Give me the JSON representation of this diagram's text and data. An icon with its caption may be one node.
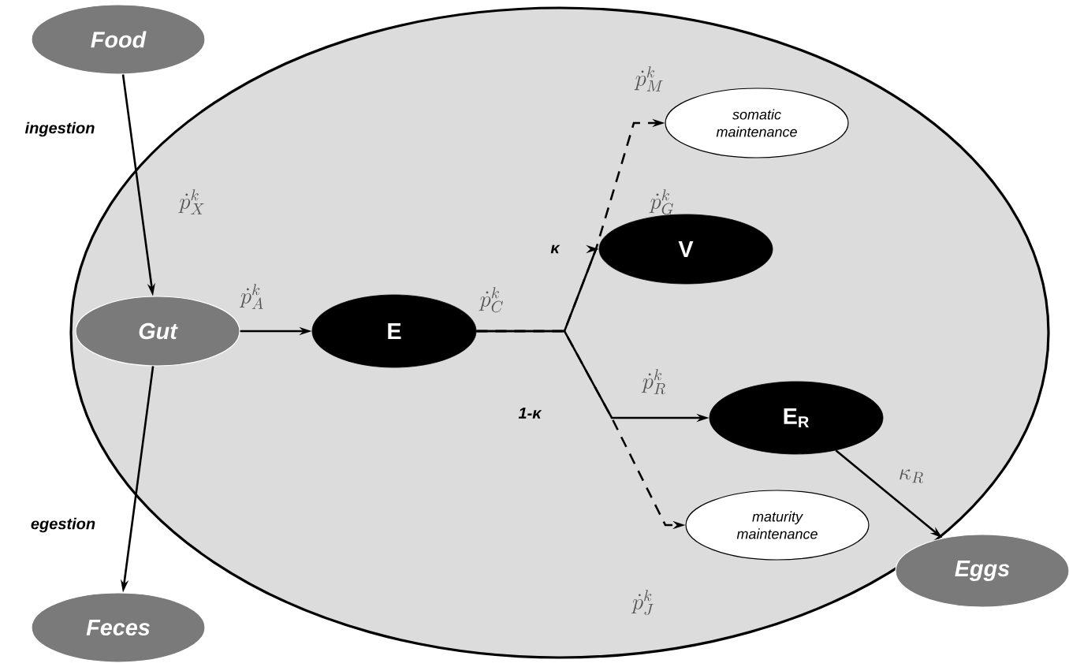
{
  "diagram": {
    "nodes": [
      {
        "text": [],
        "shape": "circle"
      },
      {
        "text": [
          "Food"
        ]
      },
      {
        "text": [
          "Gut"
        ],
        "in": 0
      },
      {
        "text": [
          "Feces"
        ]
      },
      {
        "text": [
          "E"
        ],
        "in": 0
      },
      {
        "text": [
          "V"
        ],
        "in": 0
      },
      {
        "text": [
          "E$_{R}$"
        ],
        "in": 0
      },
      {
        "text": [
          "somatic maintenance"
        ],
        "in": 0
      },
      {
        "text": [
          "maturity maintenance"
        ],
        "in": 0
      },
      {
        "text": [
          "Eggs"
        ]
      }
    ],
    "edges": [
      {
        "from": 1,
        "to": 2,
        "arrow": "to",
        "label": "\\dot{p}_{X}^{k}"
      },
      {
        "from": 2,
        "to": 3,
        "arrow": "to"
      },
      {
        "from": 2,
        "to": 4,
        "arrow": "to",
        "label": "\\dot{p}_{A}^{k}"
      },
      {
        "from": 4,
        "to": 7,
        "arrow": "to",
        "label": "\\dot{p}_{M}^{k}",
        "style": "dashed"
      },
      {
        "from": 4,
        "to": 5,
        "arrow": "to",
        "label": "\\dot{p}_{G}^{k}"
      },
      {
        "from": 4,
        "to": 6,
        "arrow": "to",
        "label": "\\dot{p}_{R}^{k}"
      },
      {
        "from": 4,
        "to": 8,
        "arrow": "to",
        "label": "\\dot{p}_{J}^{k}",
        "style": "dashed"
      },
      {
        "from": 6,
        "to": 9,
        "arrow": "to",
        "label": "\\kappa_{R}"
      }
    ],
    "labels": [
      "ingestion",
      "egestion",
      "\\dot{p}_{C}^{k}",
      "κ",
      "1-κ"
    ]
  }
}
